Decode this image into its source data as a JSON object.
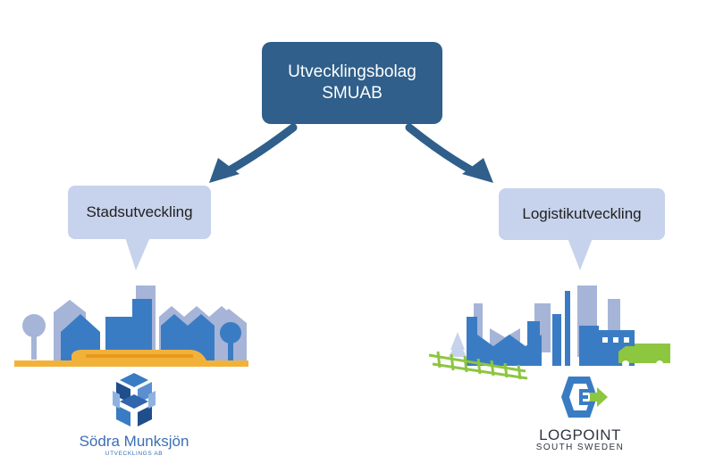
{
  "root": {
    "line1": "Utvecklingsbolag",
    "line2": "SMUAB"
  },
  "branches": [
    {
      "label": "Stadsutveckling",
      "brand": "Södra Munksjön",
      "brand_sub": "UTVECKLINGS AB"
    },
    {
      "label": "Logistikutveckling",
      "brand": "LOGPOINT",
      "brand_sub": "SOUTH SWEDEN"
    }
  ],
  "colors": {
    "root_fill": "#2f5f8a",
    "bubble_fill": "#c7d3ec",
    "arrow": "#2f5f8a",
    "city_blue": "#3a7cc4",
    "city_light": "#a6b4d8",
    "track_yellow": "#f2b23a",
    "green": "#8dc63f"
  },
  "icons": [
    "city-skyline-icon",
    "train-icon",
    "industry-skyline-icon",
    "rail-track-icon",
    "truck-icon",
    "sodra-munksjon-logo-icon",
    "logpoint-logo-icon"
  ]
}
